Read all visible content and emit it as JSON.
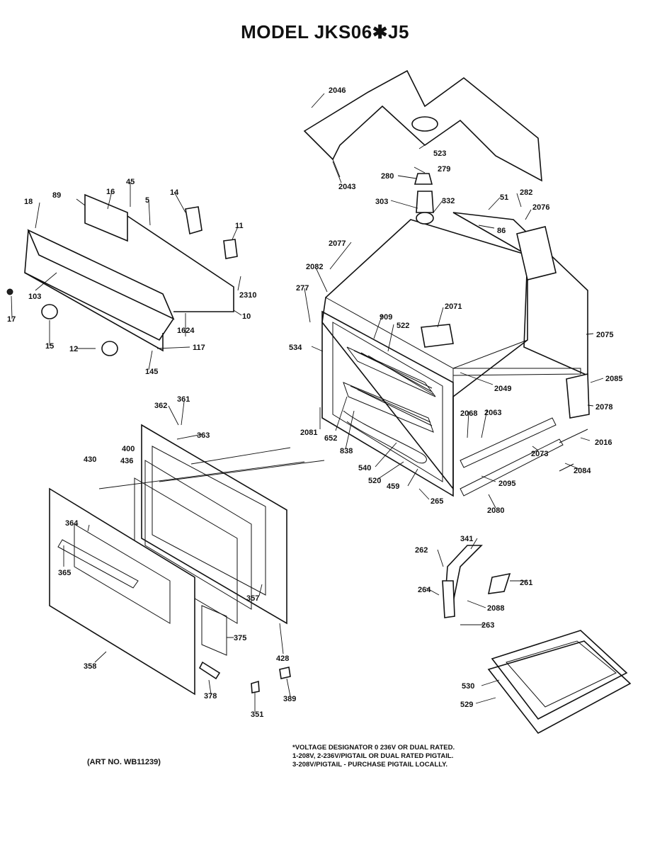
{
  "title": "MODEL JKS06✱J5",
  "art_number": "(ART NO. WB11239)",
  "voltage_note": [
    "*VOLTAGE DESIGNATOR 0 236V OR DUAL RATED.",
    "1-208V, 2-236V/PIGTAIL OR DUAL RATED PIGTAIL.",
    "3-208V/PIGTAIL - PURCHASE PIGTAIL LOCALLY."
  ],
  "part_labels": {
    "p2046": "2046",
    "p523": "523",
    "p279": "279",
    "p280": "280",
    "p2043": "2043",
    "p303": "303",
    "p332": "332",
    "p51": "51",
    "p282": "282",
    "p2076": "2076",
    "p86": "86",
    "p2077": "2077",
    "p2082": "2082",
    "p277": "277",
    "p909": "909",
    "p522": "522",
    "p2071": "2071",
    "p534": "534",
    "p2075": "2075",
    "p2085": "2085",
    "p2049": "2049",
    "p2078": "2078",
    "p2068": "2068",
    "p2063": "2063",
    "p2016": "2016",
    "p2073": "2073",
    "p2081": "2081",
    "p652": "652",
    "p838": "838",
    "p540": "540",
    "p520": "520",
    "p459": "459",
    "p2084": "2084",
    "p2095": "2095",
    "p265": "265",
    "p2080": "2080",
    "p18": "18",
    "p89": "89",
    "p16": "16",
    "p45": "45",
    "p5": "5",
    "p14": "14",
    "p11": "11",
    "p2310": "2310",
    "p10": "10",
    "p1624": "1624",
    "p117": "117",
    "p103": "103",
    "p17": "17",
    "p15": "15",
    "p12": "12",
    "p145": "145",
    "p362": "362",
    "p361": "361",
    "p363": "363",
    "p400": "400",
    "p436": "436",
    "p430": "430",
    "p364": "364",
    "p365": "365",
    "p357": "357",
    "p375": "375",
    "p358": "358",
    "p428": "428",
    "p378": "378",
    "p359": "389",
    "p351": "351",
    "p341": "341",
    "p262": "262",
    "p261": "261",
    "p264": "264",
    "p2088": "2088",
    "p263": "263",
    "p530": "530",
    "p529": "529"
  }
}
